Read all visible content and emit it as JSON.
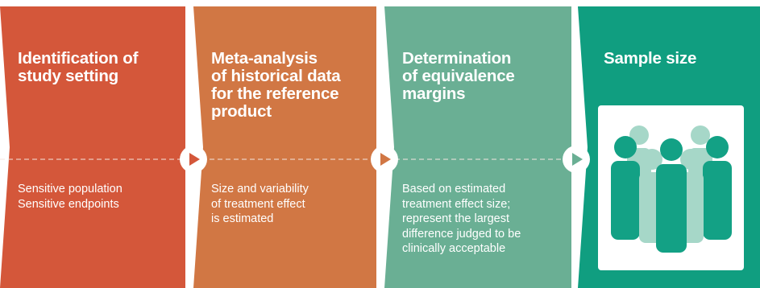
{
  "colors": {
    "step1": "#d4573a",
    "step2": "#d17744",
    "step3": "#6aaf94",
    "step4": "#109e80",
    "people_back": "#a6d7c8",
    "people_front": "#13a185",
    "icon_bg": "#ffffff",
    "divider": "#f4e6df",
    "arrow_circle": "#ffffff"
  },
  "steps": [
    {
      "title_lines": [
        "Identification of",
        "study setting"
      ],
      "body_lines": [
        "Sensitive population",
        "Sensitive endpoints"
      ]
    },
    {
      "title_lines": [
        "Meta-analysis",
        "of historical data",
        "for the reference",
        "product"
      ],
      "body_lines": [
        "Size and variability",
        "of treatment effect",
        "is estimated"
      ]
    },
    {
      "title_lines": [
        "Determination",
        "of equivalence",
        "margins"
      ],
      "body_lines": [
        "Based on estimated",
        "treatment effect size;",
        "represent the largest",
        "difference judged to be",
        "clinically acceptable"
      ]
    },
    {
      "title_lines": [
        "Sample size"
      ],
      "icon": "people-group-icon"
    }
  ],
  "connector_icons": [
    "play-arrow-icon",
    "play-arrow-icon",
    "play-arrow-icon"
  ]
}
